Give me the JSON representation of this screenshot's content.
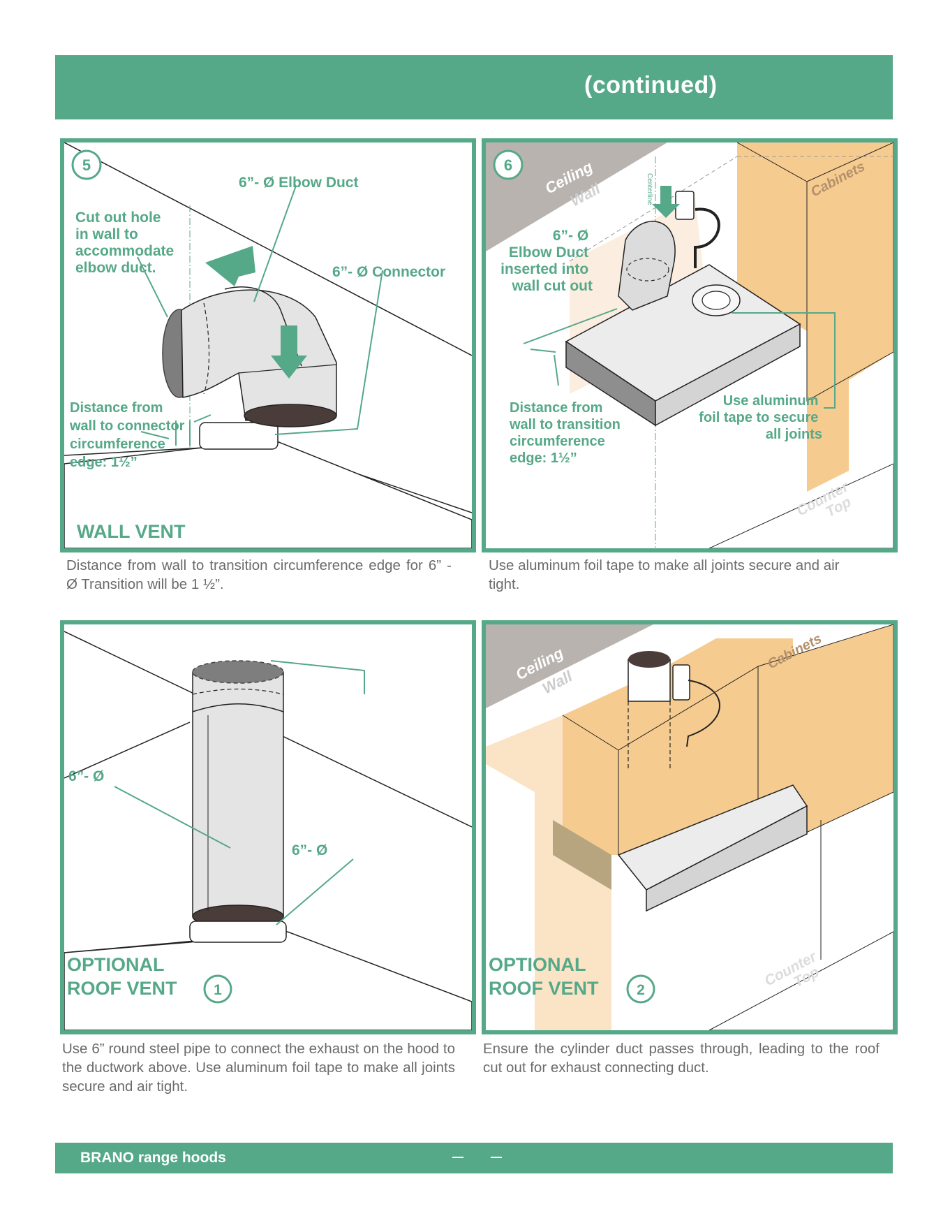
{
  "header": {
    "title": "(continued)"
  },
  "footer": {
    "brand": "BRANO range hoods"
  },
  "panel_5": {
    "step": "5",
    "elbow_label": "6”- Ø Elbow Duct",
    "cutout_label": [
      "Cut out hole",
      "in wall to",
      "accommodate",
      "elbow duct."
    ],
    "connector_label": "6”- Ø Connector",
    "distance_label": [
      "Distance from",
      "wall to connector",
      "circumference",
      "edge: 1½”"
    ],
    "vent_title": "WALL VENT",
    "caption": "Distance from wall to transition circumference edge for 6” - Ø Transition will be 1 ½”."
  },
  "panel_6": {
    "step": "6",
    "ceiling": "Ceiling",
    "wall": "Wall",
    "centerline": "Centerline",
    "cabinets": "Cabinets",
    "elbow_label": [
      "6”- Ø",
      "Elbow Duct",
      "inserted into",
      "wall cut out"
    ],
    "distance_label": [
      "Distance from",
      "wall to transition",
      "circumference",
      "edge: 1½”"
    ],
    "tape_label": [
      "Use aluminum",
      "foil tape to secure",
      "all joints"
    ],
    "counter_top": [
      "Counter",
      "Top"
    ],
    "caption": "Use aluminum foil tape to make all joints secure and air tight."
  },
  "panel_r1": {
    "pipe_label": "6”- Ø",
    "connector_label": "6”- Ø",
    "vent_title": [
      "OPTIONAL",
      "ROOF VENT"
    ],
    "vent_number": "1",
    "caption": "Use 6” round steel pipe to connect the exhaust on the hood to the ductwork above. Use aluminum foil tape to make all joints secure and air tight."
  },
  "panel_r2": {
    "ceiling": "Ceiling",
    "wall": "Wall",
    "cabinets": "Cabinets",
    "counter_top": [
      "Counter",
      "Top"
    ],
    "vent_title": [
      "OPTIONAL",
      "ROOF VENT"
    ],
    "vent_number": "2",
    "caption": "Ensure the cylinder duct passes through, leading to the roof cut out for exhaust connecting duct."
  },
  "colors": {
    "brand_green": "#55a888",
    "cabinet": "#f6cb8f",
    "ceiling": "#b9b3b0",
    "duct_dark": "#4a3c39",
    "caption_text": "#6b6b6b"
  }
}
